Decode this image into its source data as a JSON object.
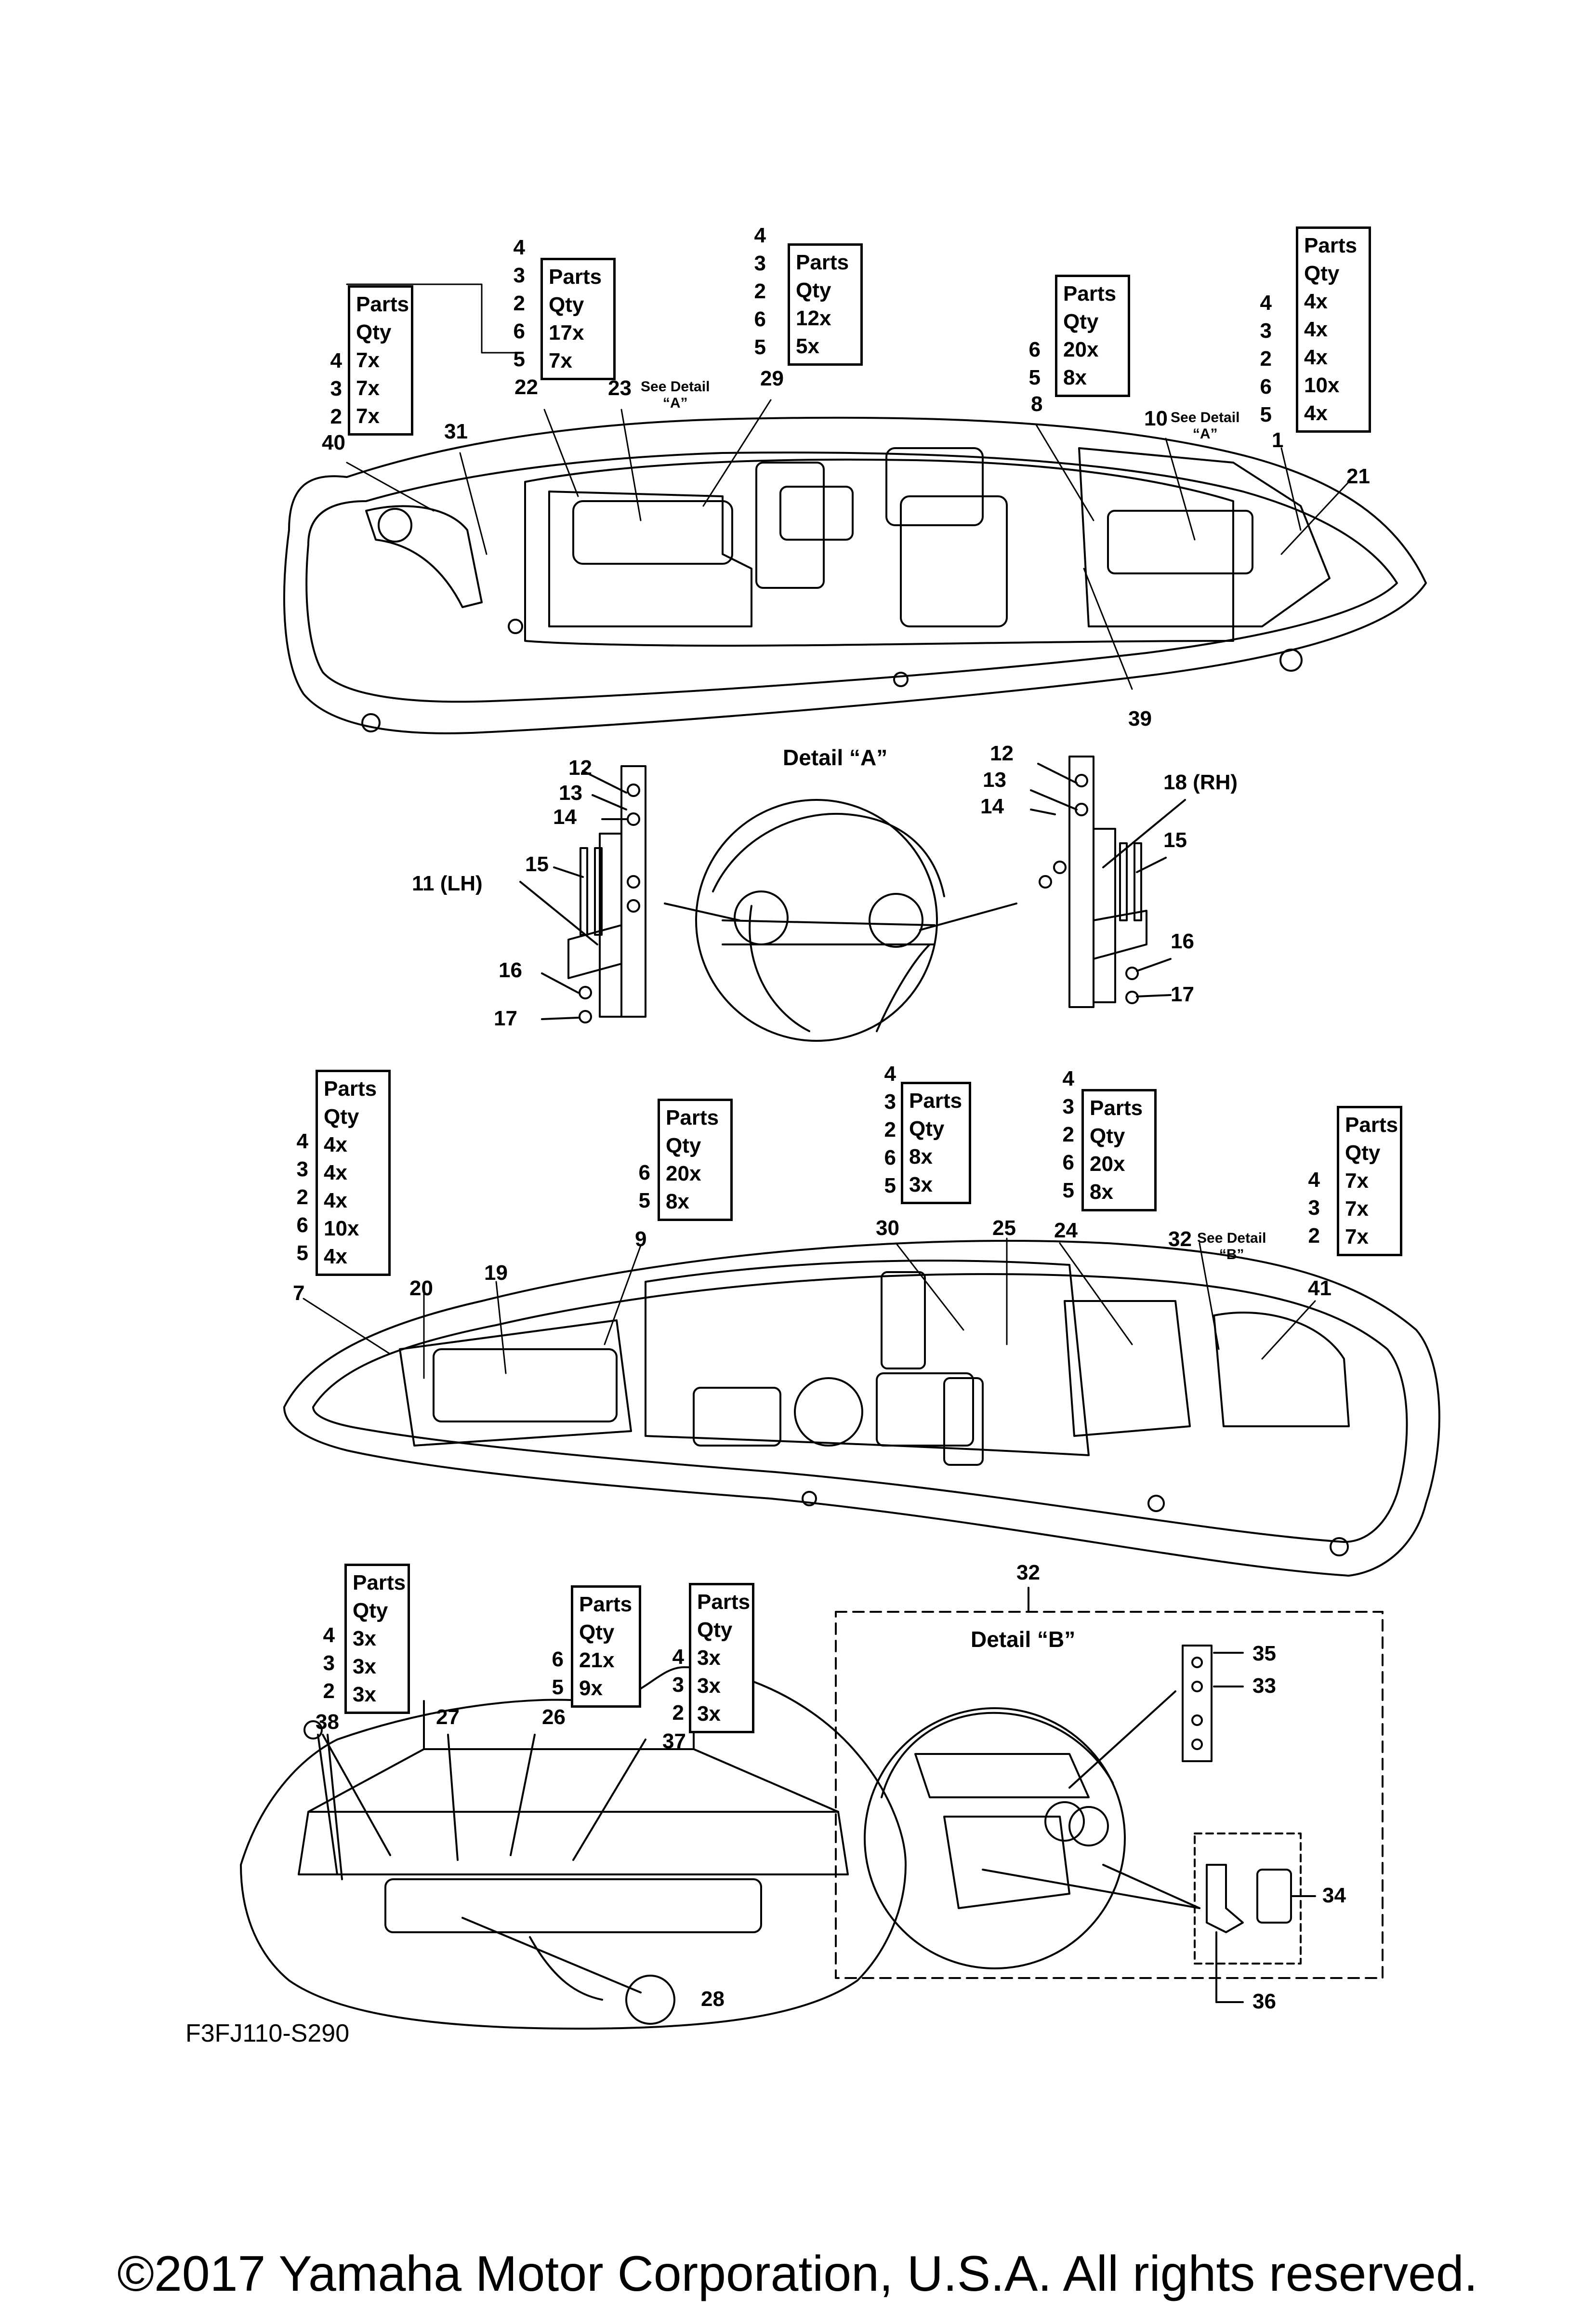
{
  "drawing_code": "F3FJ110-S290",
  "copyright": "©2017 Yamaha Motor Corporation, U.S.A. All rights reserved.",
  "table_header": [
    "Parts",
    "Qty"
  ],
  "tables": [
    {
      "id": "t40",
      "rows": [
        {
          "ref": "4",
          "qty": "7x"
        },
        {
          "ref": "3",
          "qty": "7x"
        },
        {
          "ref": "2",
          "qty": "7x"
        }
      ]
    },
    {
      "id": "t22",
      "rows": [
        {
          "ref": "4",
          "qty": ""
        },
        {
          "ref": "3",
          "qty": ""
        },
        {
          "ref": "2",
          "qty": "17x"
        },
        {
          "ref": "6",
          "qty": "7x"
        },
        {
          "ref": "5",
          "qty": ""
        }
      ]
    },
    {
      "id": "t29",
      "rows": [
        {
          "ref": "4",
          "qty": ""
        },
        {
          "ref": "3",
          "qty": ""
        },
        {
          "ref": "2",
          "qty": "12x"
        },
        {
          "ref": "6",
          "qty": "5x"
        },
        {
          "ref": "5",
          "qty": ""
        }
      ]
    },
    {
      "id": "t8",
      "rows": [
        {
          "ref": "6",
          "qty": "20x"
        },
        {
          "ref": "5",
          "qty": "8x"
        }
      ]
    },
    {
      "id": "t1",
      "rows": [
        {
          "ref": "4",
          "qty": "4x"
        },
        {
          "ref": "3",
          "qty": "4x"
        },
        {
          "ref": "2",
          "qty": "4x"
        },
        {
          "ref": "6",
          "qty": "10x"
        },
        {
          "ref": "5",
          "qty": "4x"
        }
      ]
    },
    {
      "id": "t7",
      "rows": [
        {
          "ref": "4",
          "qty": "4x"
        },
        {
          "ref": "3",
          "qty": "4x"
        },
        {
          "ref": "2",
          "qty": "4x"
        },
        {
          "ref": "6",
          "qty": "10x"
        },
        {
          "ref": "5",
          "qty": "4x"
        }
      ]
    },
    {
      "id": "t9",
      "rows": [
        {
          "ref": "6",
          "qty": "20x"
        },
        {
          "ref": "5",
          "qty": "8x"
        }
      ]
    },
    {
      "id": "t30",
      "rows": [
        {
          "ref": "4",
          "qty": ""
        },
        {
          "ref": "3",
          "qty": ""
        },
        {
          "ref": "2",
          "qty": "8x"
        },
        {
          "ref": "6",
          "qty": "3x"
        },
        {
          "ref": "5",
          "qty": ""
        }
      ]
    },
    {
      "id": "t24",
      "rows": [
        {
          "ref": "4",
          "qty": ""
        },
        {
          "ref": "3",
          "qty": ""
        },
        {
          "ref": "2",
          "qty": "20x"
        },
        {
          "ref": "6",
          "qty": "8x"
        },
        {
          "ref": "5",
          "qty": ""
        }
      ]
    },
    {
      "id": "t41",
      "rows": [
        {
          "ref": "4",
          "qty": "7x"
        },
        {
          "ref": "3",
          "qty": "7x"
        },
        {
          "ref": "2",
          "qty": "7x"
        }
      ]
    },
    {
      "id": "t38",
      "rows": [
        {
          "ref": "4",
          "qty": "3x"
        },
        {
          "ref": "3",
          "qty": "3x"
        },
        {
          "ref": "2",
          "qty": "3x"
        }
      ]
    },
    {
      "id": "t26",
      "rows": [
        {
          "ref": "6",
          "qty": "21x"
        },
        {
          "ref": "5",
          "qty": "9x"
        }
      ]
    },
    {
      "id": "t37",
      "rows": [
        {
          "ref": "4",
          "qty": "3x"
        },
        {
          "ref": "3",
          "qty": "3x"
        },
        {
          "ref": "2",
          "qty": "3x"
        }
      ]
    }
  ],
  "callouts": {
    "c40": "40",
    "c31": "31",
    "c22": "22",
    "c23": "23",
    "c29": "29",
    "c8": "8",
    "c10": "10",
    "c1": "1",
    "c21": "21",
    "c39": "39",
    "c12a": "12",
    "c13a": "13",
    "c14a": "14",
    "c15a": "15",
    "c11": "11 (LH)",
    "c16a": "16",
    "c17a": "17",
    "c12b": "12",
    "c13b": "13",
    "c14b": "14",
    "c18": "18 (RH)",
    "c15b": "15",
    "c16b": "16",
    "c17b": "17",
    "c7": "7",
    "c20": "20",
    "c19": "19",
    "c9": "9",
    "c30": "30",
    "c25": "25",
    "c24": "24",
    "c32a": "32",
    "c41": "41",
    "c38": "38",
    "c27": "27",
    "c26": "26",
    "c37": "37",
    "c28": "28",
    "c32b": "32",
    "c35": "35",
    "c33": "33",
    "c34": "34",
    "c36": "36"
  },
  "notes": {
    "see_detail": "See Detail",
    "detail_a_ref": "“A”",
    "detail_b_ref": "“B”"
  },
  "detail_titles": {
    "a": "Detail “A”",
    "b": "Detail “B”"
  }
}
